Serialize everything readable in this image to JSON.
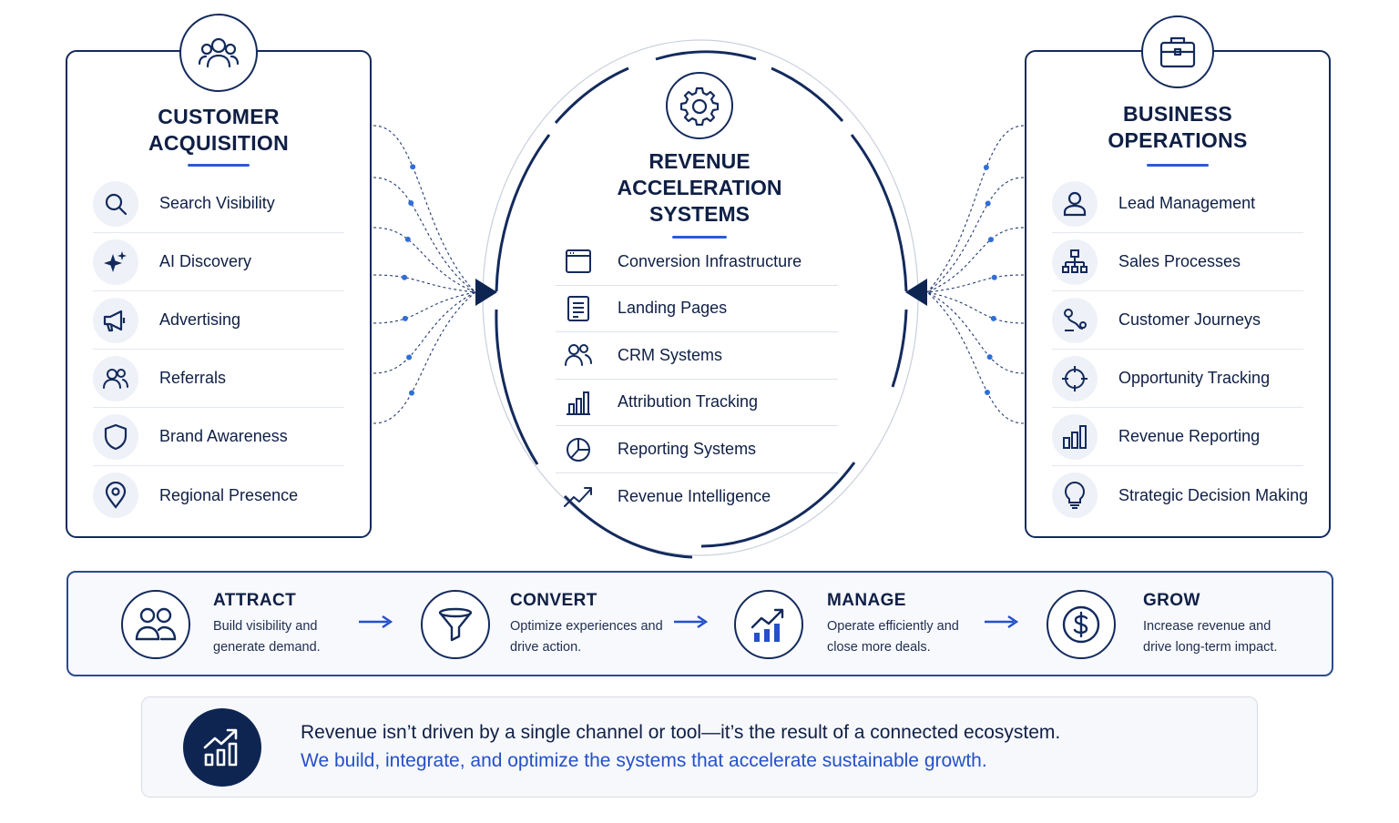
{
  "left_panel": {
    "title_line1": "CUSTOMER",
    "title_line2": "ACQUISITION",
    "icon": "users-icon",
    "items": [
      {
        "label": "Search Visibility",
        "icon": "search-icon"
      },
      {
        "label": "AI Discovery",
        "icon": "sparkle-icon"
      },
      {
        "label": "Advertising",
        "icon": "megaphone-icon"
      },
      {
        "label": "Referrals",
        "icon": "users-icon"
      },
      {
        "label": "Brand Awareness",
        "icon": "shield-icon"
      },
      {
        "label": "Regional Presence",
        "icon": "map-pin-icon"
      }
    ]
  },
  "center": {
    "title_line1": "REVENUE",
    "title_line2": "ACCELERATION",
    "title_line3": "SYSTEMS",
    "icon": "gear-icon",
    "items": [
      {
        "label": "Conversion Infrastructure",
        "icon": "browser-window-icon"
      },
      {
        "label": "Landing Pages",
        "icon": "document-icon"
      },
      {
        "label": "CRM Systems",
        "icon": "users-icon"
      },
      {
        "label": "Attribution Tracking",
        "icon": "bar-chart-icon"
      },
      {
        "label": "Reporting Systems",
        "icon": "pie-chart-icon"
      },
      {
        "label": "Revenue Intelligence",
        "icon": "trend-up-icon"
      }
    ]
  },
  "right_panel": {
    "title_line1": "BUSINESS",
    "title_line2": "OPERATIONS",
    "icon": "briefcase-icon",
    "items": [
      {
        "label": "Lead Management",
        "icon": "user-icon"
      },
      {
        "label": "Sales Processes",
        "icon": "org-chart-icon"
      },
      {
        "label": "Customer Journeys",
        "icon": "route-icon"
      },
      {
        "label": "Opportunity Tracking",
        "icon": "crosshair-icon"
      },
      {
        "label": "Revenue Reporting",
        "icon": "bar-chart-icon"
      },
      {
        "label": "Strategic Decision Making",
        "icon": "lightbulb-icon"
      }
    ]
  },
  "process": [
    {
      "title": "ATTRACT",
      "desc": "Build visibility and generate demand.",
      "icon": "users-icon"
    },
    {
      "title": "CONVERT",
      "desc": "Optimize experiences and drive action.",
      "icon": "funnel-icon"
    },
    {
      "title": "MANAGE",
      "desc": "Operate efficiently and close more deals.",
      "icon": "growth-chart-icon"
    },
    {
      "title": "GROW",
      "desc": "Increase revenue and drive long-term impact.",
      "icon": "dollar-icon"
    }
  ],
  "message": {
    "line1": "Revenue isn’t driven by a single channel or tool—it’s the result of a connected ecosystem.",
    "line2": "We build, integrate, and optimize the systems that accelerate sustainable growth.",
    "icon": "growth-chart-icon"
  },
  "colors": {
    "navy": "#0f1f45",
    "accent_blue": "#2a5bd7",
    "dot_blue": "#2f6fd6"
  }
}
